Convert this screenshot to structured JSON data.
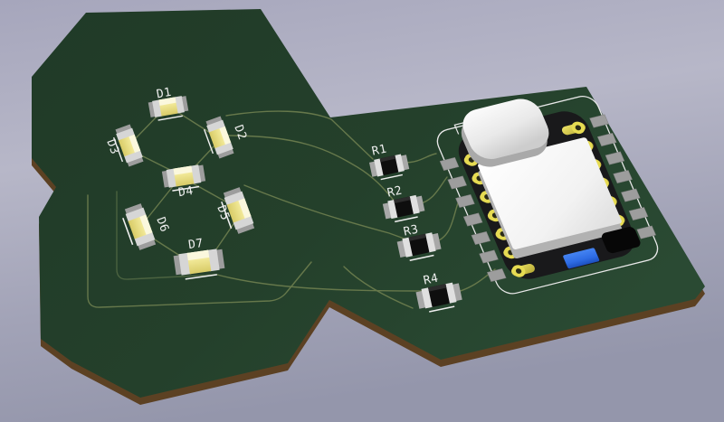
{
  "viewer": {
    "canvas_label": "3d-board-render"
  },
  "board": {
    "leds": [
      {
        "ref": "D1"
      },
      {
        "ref": "D2"
      },
      {
        "ref": "D3"
      },
      {
        "ref": "D4"
      },
      {
        "ref": "D5"
      },
      {
        "ref": "D6"
      },
      {
        "ref": "D7"
      }
    ],
    "resistors": [
      {
        "ref": "R1"
      },
      {
        "ref": "R2"
      },
      {
        "ref": "R3"
      },
      {
        "ref": "R4"
      }
    ],
    "module": {
      "left_castellation_count": 7,
      "right_castellation_count": 7
    }
  },
  "colors": {
    "background_top": "#a6a6bc",
    "background_mid": "#b7b7c8",
    "background_bottom": "#9496ab",
    "board_green": "#24402b",
    "board_edge_brown": "#5c4123",
    "trace_olive": "#66784b",
    "silkscreen_white": "#f0f0f0",
    "led_body_yellow": "#ece387",
    "led_terminal_gray": "#d6d6d6",
    "resistor_body_black": "#0e0e0e",
    "resistor_cap_white": "#e0e0e0",
    "pad_gray": "#9d9d9d",
    "module_body_black": "#19191b",
    "castellation_gold": "#e6db52",
    "shield_white": "#f5f5f5",
    "usb_silver": "#ececec",
    "component_blue": "#2e6ce4",
    "button_black": "#070707"
  }
}
